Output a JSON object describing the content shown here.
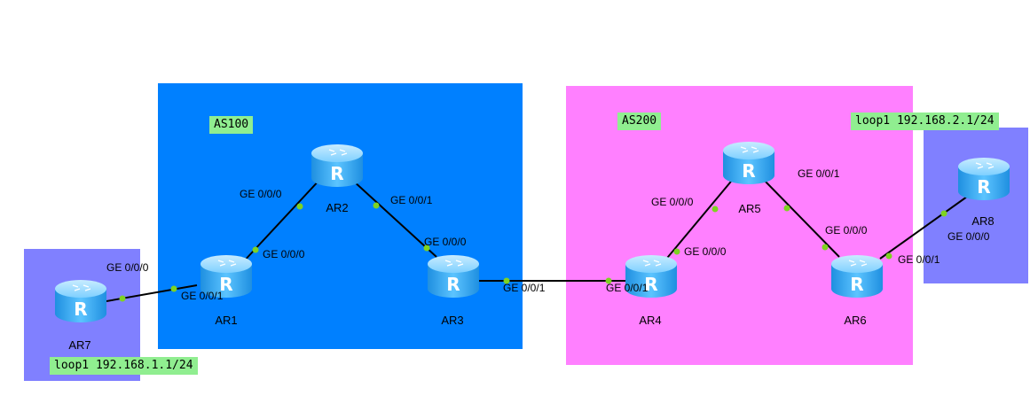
{
  "colors": {
    "as100": "#0080ff",
    "as200": "#ff80ff",
    "host_area": "#8080ff",
    "tag_bg": "#90ee90",
    "router_body": "#3ab0ff",
    "link": "#000000",
    "port_dot": "#7ed321"
  },
  "zones": {
    "as100_label": "AS100",
    "as200_label": "AS200",
    "ar7_loopback": "loop1 192.168.1.1/24",
    "ar8_loopback": "loop1 192.168.2.1/24"
  },
  "routers": {
    "ar1": "AR1",
    "ar2": "AR2",
    "ar3": "AR3",
    "ar4": "AR4",
    "ar5": "AR5",
    "ar6": "AR6",
    "ar7": "AR7",
    "ar8": "AR8",
    "glyph": "R"
  },
  "ports": {
    "ar7_ge000": "GE 0/0/0",
    "ar1_ge001": "GE 0/0/1",
    "ar1_ge000": "GE 0/0/0",
    "ar2_ge000": "GE 0/0/0",
    "ar2_ge001": "GE 0/0/1",
    "ar3_ge000": "GE 0/0/0",
    "ar3_ge001": "GE 0/0/1",
    "ar4_ge001": "GE 0/0/1",
    "ar4_ge000": "GE 0/0/0",
    "ar5_ge000": "GE 0/0/0",
    "ar5_ge001": "GE 0/0/1",
    "ar6_ge000": "GE 0/0/0",
    "ar6_ge001": "GE 0/0/1",
    "ar8_ge000": "GE 0/0/0"
  }
}
